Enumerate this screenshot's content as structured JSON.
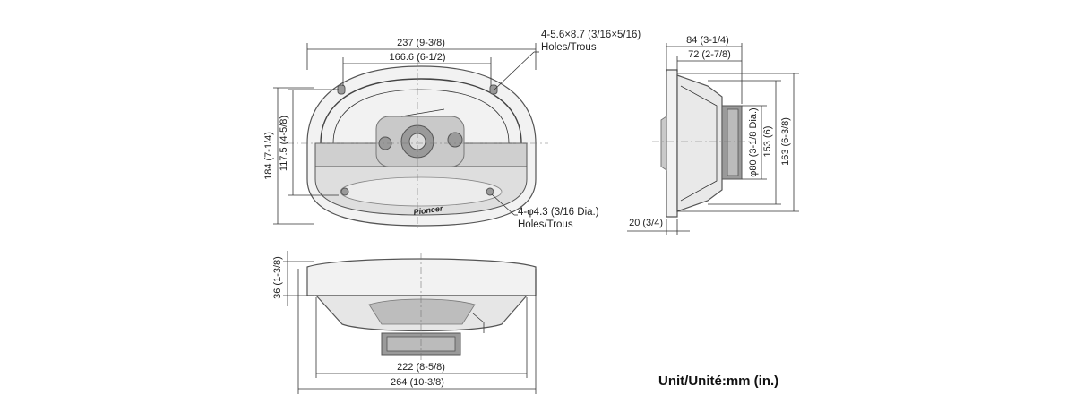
{
  "dimensions": {
    "front_width_overall": "237 (9-3/8)",
    "front_width_holes": "166.6 (6-1/2)",
    "front_height_overall": "184 (7-1/4)",
    "front_height_holes": "117.5 (4-5/8)",
    "side_depth_overall": "84 (3-1/4)",
    "side_depth_mount": "72 (2-7/8)",
    "side_height_overall": "163 (6-3/8)",
    "side_height_cut": "153 (6)",
    "magnet_diameter": "φ80 (3-1/8 Dia.)",
    "flange_thickness": "20 (3/4)",
    "top_height": "36 (1-3/8)",
    "top_width_inner": "222 (8-5/8)",
    "top_width_overall": "264 (10-3/8)"
  },
  "notes": {
    "slot_holes_size": "4-5.6×8.7 (3/16×5/16)",
    "slot_holes_label": "Holes/Trous",
    "round_holes_size": "4-φ4.3 (3/16 Dia.)",
    "round_holes_label": "Holes/Trous"
  },
  "brand_logo": "Pioneer",
  "unit_label": "Unit/Unité:mm (in.)"
}
